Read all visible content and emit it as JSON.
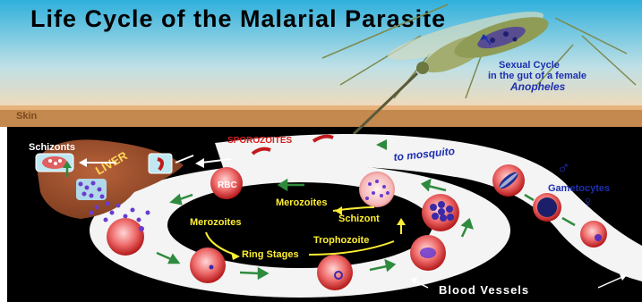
{
  "title": "Life Cycle of the Malarial Parasite",
  "labels": {
    "skin": "Skin",
    "sexual_cycle_line1": "Sexual Cycle",
    "sexual_cycle_line2": "in the gut of a female",
    "anopheles": "Anopheles",
    "sporozoites": "SPOROZOITES",
    "schizonts": "Schizonts",
    "liver": "LIVER",
    "to_mosquito": "to mosquito",
    "male_symbol": "♂",
    "gametocytes": "Gametocytes",
    "female_symbol": "♀",
    "rbc": "RBC",
    "merozoites_top": "Merozoites",
    "merozoites_left": "Merozoites",
    "schizont": "Schizont",
    "trophozoite": "Trophozoite",
    "ring_stages": "Ring Stages",
    "blood_vessels": "Blood Vessels"
  },
  "colors": {
    "sky_top": "#3ab6df",
    "sky_bottom": "#f3e0c4",
    "skin_band": "#c4894e",
    "vessel_wall": "#f4f4f4",
    "cell_red": "#e03a3a",
    "parasite_purple": "#5b2db8",
    "arrow_green": "#2e8b3e",
    "yellow_label": "#ffee33",
    "blue_label": "#1c2fb0",
    "liver_brown": "#8a4a2a"
  }
}
